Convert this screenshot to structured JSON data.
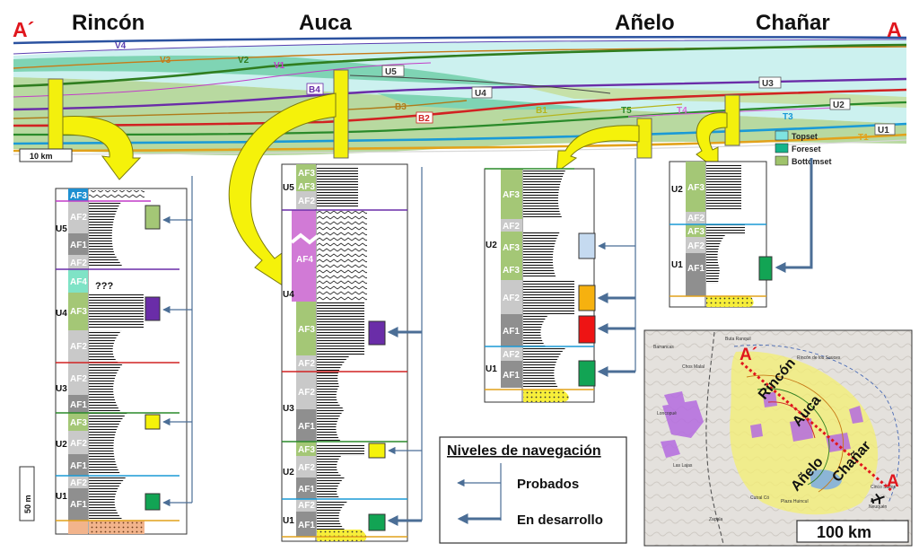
{
  "section": {
    "endpoint_left": "A´",
    "endpoint_right": "A",
    "localities": [
      "Rincón",
      "Auca",
      "Añelo",
      "Chañar"
    ],
    "scale_bar": "10 km",
    "vertical_scale": "50 m",
    "surfaces": [
      {
        "label": "V4",
        "color": "#5a3fb0"
      },
      {
        "label": "V3",
        "color": "#c77a17"
      },
      {
        "label": "V2",
        "color": "#2f7d1f"
      },
      {
        "label": "V1",
        "color": "#c23cc8"
      },
      {
        "label": "U5",
        "color": "#333333"
      },
      {
        "label": "B4",
        "color": "#6a2da8"
      },
      {
        "label": "U4",
        "color": "#333333"
      },
      {
        "label": "B3",
        "color": "#b07b19"
      },
      {
        "label": "B2",
        "color": "#d12222"
      },
      {
        "label": "B1",
        "color": "#b5b51c"
      },
      {
        "label": "T5",
        "color": "#2a8a2a"
      },
      {
        "label": "T4",
        "color": "#d868d8"
      },
      {
        "label": "U3",
        "color": "#333333"
      },
      {
        "label": "U2",
        "color": "#333333"
      },
      {
        "label": "T3",
        "color": "#1a9ad6"
      },
      {
        "label": "T1",
        "color": "#e2a21b"
      },
      {
        "label": "U1",
        "color": "#333333"
      }
    ],
    "legend": [
      {
        "label": "Topset",
        "color": "#7fe3e0"
      },
      {
        "label": "Foreset",
        "color": "#14b48a"
      },
      {
        "label": "Bottomset",
        "color": "#9fc36b"
      }
    ]
  },
  "columns": {
    "rincon": {
      "units": [
        "U5",
        "U4",
        "U3",
        "U2",
        "U1"
      ],
      "facies": [
        "AF3",
        "AF2",
        "AF1",
        "AF2",
        "AF4",
        "AF3",
        "AF2",
        "AF2",
        "AF1",
        "AF3",
        "AF2",
        "AF1",
        "AF2",
        "AF1"
      ],
      "note": "???"
    },
    "auca": {
      "units": [
        "U5",
        "U4",
        "U3",
        "U2",
        "U1"
      ],
      "facies": [
        "AF3",
        "AF3",
        "AF2",
        "AF4",
        "AF3",
        "AF2",
        "AF2",
        "AF1",
        "AF3",
        "AF2",
        "AF1",
        "AF2",
        "AF1"
      ]
    },
    "anelo": {
      "units": [
        "U2",
        "U1"
      ],
      "facies": [
        "AF3",
        "AF2",
        "AF3",
        "AF3",
        "AF2",
        "AF1",
        "AF2",
        "AF1"
      ]
    },
    "chanar": {
      "units": [
        "U2",
        "U1"
      ],
      "facies": [
        "AF3",
        "AF2",
        "AF3",
        "AF2",
        "AF1"
      ]
    }
  },
  "navigation_legend": {
    "title": "Niveles de navegación",
    "items": [
      "Probados",
      "En desarrollo"
    ]
  },
  "map": {
    "endpoint_left": "A´",
    "endpoint_right": "A",
    "localities": [
      "Rincón",
      "Auca",
      "Añelo",
      "Chañar"
    ],
    "scale": "100 km",
    "places": [
      "Buta Ranquil",
      "Rincón de los Sauces",
      "Chos Malal",
      "Barrancas",
      "Las Lajas",
      "Loncopué",
      "Cutral Có",
      "Plaza Huincul",
      "Zapala",
      "Neuquén",
      "Cinco Saltos"
    ]
  }
}
